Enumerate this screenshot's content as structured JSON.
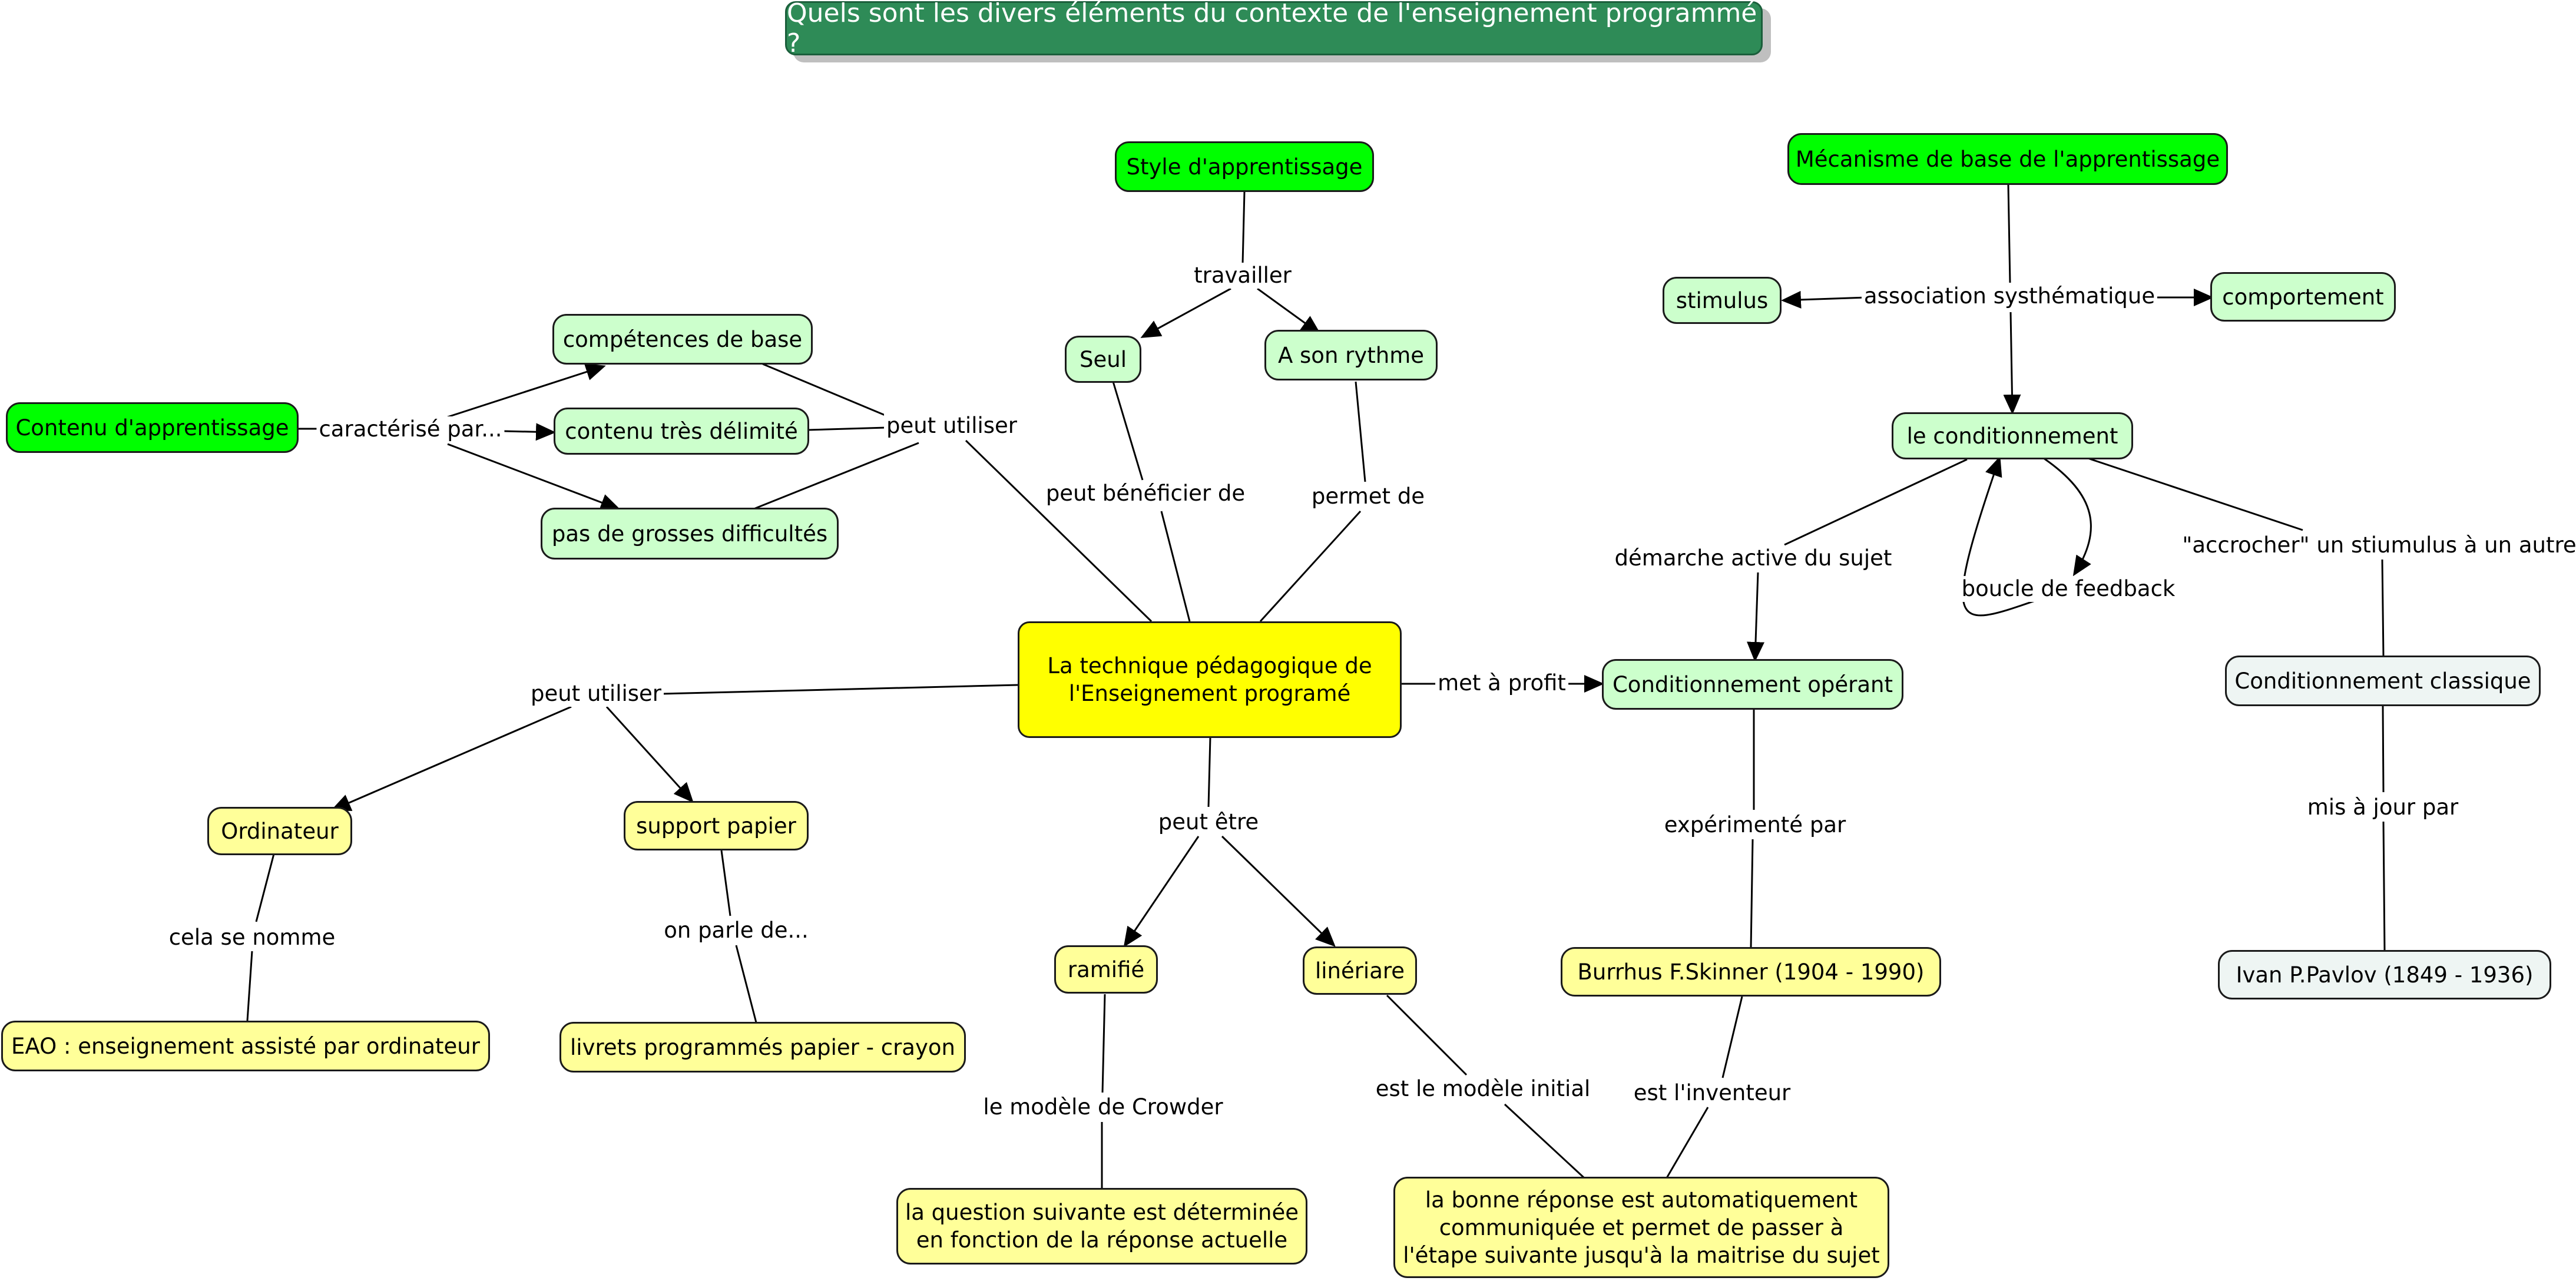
{
  "title": "Quels sont les divers éléments du contexte de l'enseignement programmé ?",
  "colors": {
    "title_bg": "#2e8b57",
    "root_green": "#00ff00",
    "concept_light_green": "#ccffcc",
    "resource_yellow": "#ffff99",
    "center_yellow": "#ffff00",
    "classical_gray": "#eef5f3"
  },
  "nodes": {
    "contenu": "Contenu d'apprentissage",
    "competences": "compétences de base",
    "delimite": "contenu très délimité",
    "difficultes": "pas de grosses difficultés",
    "style": "Style d'apprentissage",
    "seul": "Seul",
    "rythme": "A son rythme",
    "mecanisme": "Mécanisme de base de l'apprentissage",
    "stimulus": "stimulus",
    "comportement": "comportement",
    "conditionnement": "le conditionnement",
    "technique": "La technique pédagogique de\nl'Enseignement programé",
    "operant": "Conditionnement opérant",
    "classique": "Conditionnement classique",
    "ordinateur": "Ordinateur",
    "papier": "support papier",
    "eao": "EAO : enseignement assisté par ordinateur",
    "livrets": "livrets programmés papier - crayon",
    "ramifie": "ramifié",
    "lineaire": "linériare",
    "skinner": "Burrhus F.Skinner (1904 - 1990)",
    "pavlov": "Ivan P.Pavlov (1849 - 1936)",
    "question": "la question suivante est déterminée\nen fonction de la réponse actuelle",
    "bonne": "la bonne réponse est automatiquement\ncommuniquée et permet de passer à\nl'étape suivante jusqu'à la maitrise du sujet"
  },
  "links": {
    "caracterise": "caractérisé par...",
    "peut_utiliser_top": "peut utiliser",
    "travailler": "travailler",
    "peut_beneficier": "peut bénéficier de",
    "permet_de": "permet de",
    "association": "association systhématique",
    "demarche": "démarche active du sujet",
    "boucle": "boucle de feedback",
    "accrocher": "\"accrocher\" un stiumulus à un autre",
    "met_a_profit": "met à profit",
    "peut_utiliser_left": "peut utiliser",
    "peut_etre": "peut être",
    "cela_se_nomme": "cela se nomme",
    "on_parle_de": "on parle de...",
    "experimente_par": "expérimenté par",
    "mis_a_jour": "mis à jour par",
    "modele_crowder": "le modèle de Crowder",
    "modele_initial": "est le modèle initial",
    "inventeur": "est l'inventeur"
  }
}
